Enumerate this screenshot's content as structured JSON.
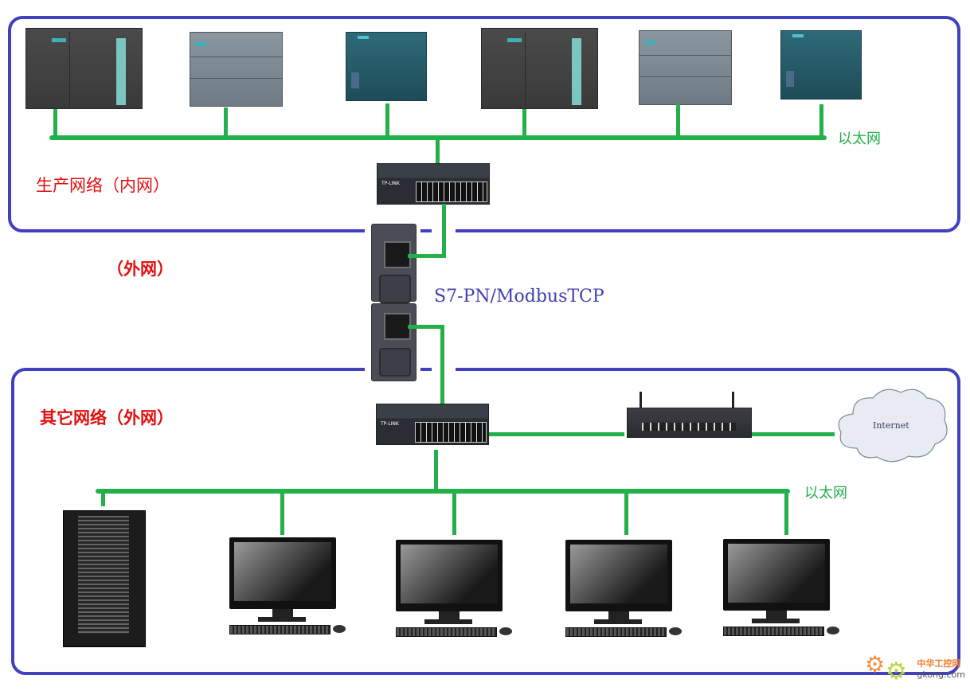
{
  "diagram": {
    "zones": {
      "production": {
        "label": "生产网络（内网）",
        "bus_label": "以太网"
      },
      "other": {
        "label": "其它网络（外网）",
        "bus_label": "以太网"
      }
    },
    "outer_network_label": "（外网）",
    "gateway_protocol": "S7-PN/ModbusTCP",
    "cloud_label": "Internet",
    "production_devices": [
      {
        "type": "plc-s7-300",
        "icon": "plc-icon"
      },
      {
        "type": "plc-s7-1200",
        "icon": "plc-icon"
      },
      {
        "type": "plc-s7-200-smart",
        "icon": "plc-icon"
      },
      {
        "type": "plc-s7-300",
        "icon": "plc-icon"
      },
      {
        "type": "plc-s7-1200",
        "icon": "plc-icon"
      },
      {
        "type": "plc-s7-200-smart",
        "icon": "plc-icon"
      }
    ],
    "other_devices": [
      {
        "type": "server-cabinet",
        "icon": "server-cabinet-icon"
      },
      {
        "type": "workstation",
        "icon": "computer-icon"
      },
      {
        "type": "workstation",
        "icon": "computer-icon"
      },
      {
        "type": "workstation",
        "icon": "computer-icon"
      },
      {
        "type": "workstation",
        "icon": "computer-icon"
      }
    ],
    "switch_brand": "TP-LINK",
    "colors": {
      "zone_border": "#4040c0",
      "ethernet": "#22b04a",
      "zone_label": "#e01010",
      "protocol_label": "#4040b0"
    }
  },
  "watermark": {
    "cn": "中华工控网",
    "en": "gkong.com"
  }
}
